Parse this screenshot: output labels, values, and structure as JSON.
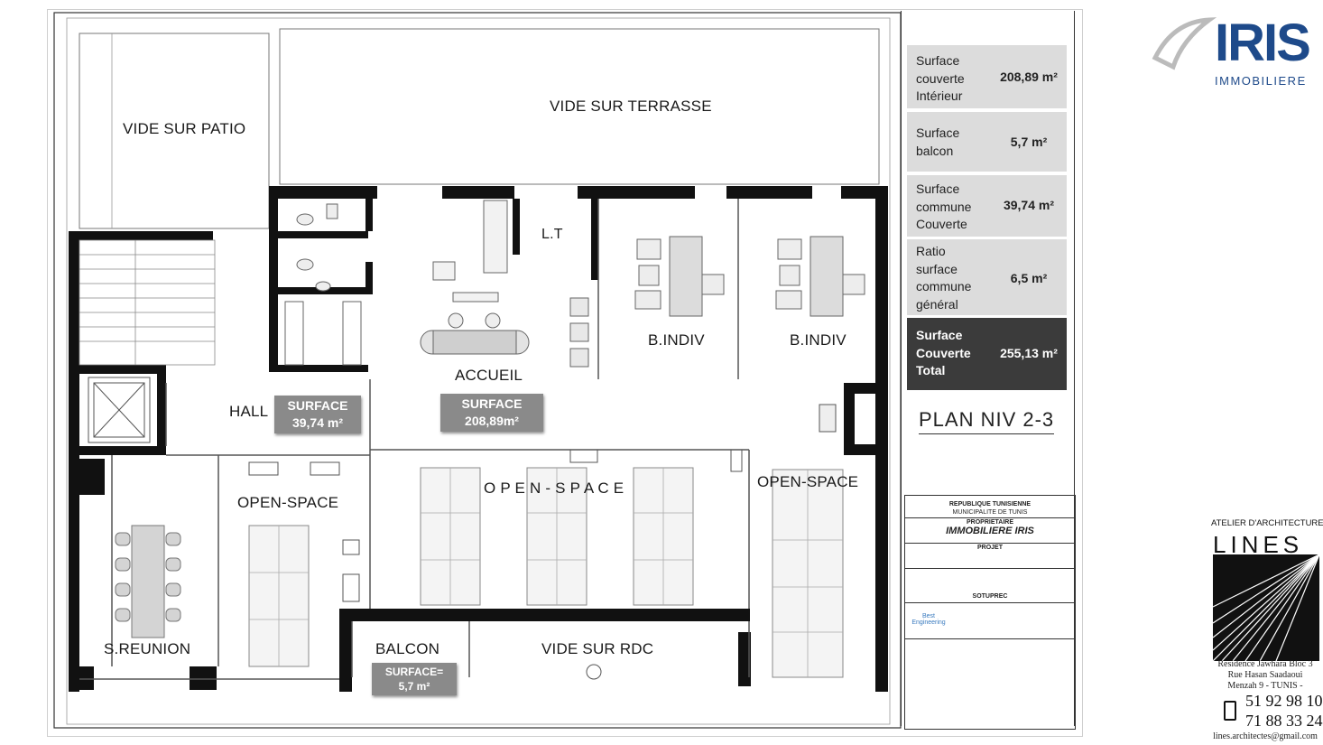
{
  "rooms": {
    "vide_patio": "VIDE SUR PATIO",
    "vide_terrasse": "VIDE SUR TERRASSE",
    "lt": "L.T",
    "b_indiv_1": "B.INDIV",
    "b_indiv_2": "B.INDIV",
    "accueil": "ACCUEIL",
    "hall": "HALL",
    "open_space_center": "O P E N - S P A C E",
    "open_space_right": "OPEN-SPACE",
    "open_space_left": "OPEN-SPACE",
    "s_reunion": "S.REUNION",
    "balcon": "BALCON",
    "vide_rdc": "VIDE SUR RDC"
  },
  "surfaces": {
    "hall_label": "SURFACE",
    "hall_value": "39,74 m²",
    "accueil_label": "SURFACE",
    "accueil_value": "208,89m²",
    "balcon_label": "SURFACE=",
    "balcon_value": "5,7 m²"
  },
  "info_table": [
    {
      "label": "Surface couverte Intérieur",
      "value": "208,89 m²"
    },
    {
      "label": "Surface balcon",
      "value": "5,7 m²"
    },
    {
      "label": "Surface commune Couverte",
      "value": "39,74 m²"
    },
    {
      "label": "Ratio surface commune général",
      "value": "6,5 m²"
    },
    {
      "label": "Surface Couverte Total",
      "value": "255,13 m²"
    }
  ],
  "plan_title": "PLAN NIV 2-3",
  "cartouche": {
    "republic": "REPUBLIQUE TUNISIENNE",
    "municipality": "MUNICIPALITE DE TUNIS",
    "owner_label": "PROPRIETAIRE",
    "client": "IMMOBILIERE IRIS",
    "project_label": "PROJET",
    "engineering_label": "Best Engineering",
    "bet_label": "SOTUPREC"
  },
  "iris": {
    "name": "IRIS",
    "sub": "IMMOBILIERE",
    "color": "#1e4a8a"
  },
  "lines": {
    "title": "ATELIER D'ARCHITECTURE",
    "name": "LINES",
    "address_1": "Residence Jawhara Bloc 3",
    "address_2": "Rue Hasan Saadaoui",
    "address_3": "Menzah 9 - TUNIS -",
    "phone_1": "51 92 98 10",
    "phone_2": "71 88 33 24",
    "email": "lines.architectes@gmail.com"
  },
  "colors": {
    "wall": "#111111",
    "badge": "#8a8a8a",
    "info_light": "#dcdcdc",
    "info_dark": "#3b3b3b"
  }
}
